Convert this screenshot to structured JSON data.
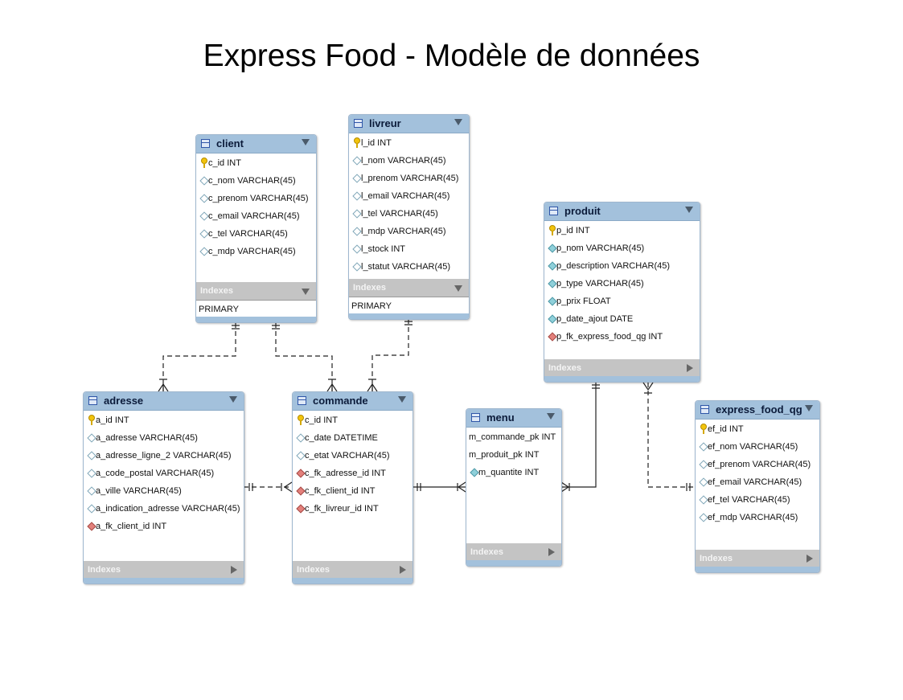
{
  "title": "Express Food - Modèle de données",
  "indexes_label": "Indexes",
  "colors": {
    "header": "#a3c1dc",
    "section": "#c4c4c4",
    "pk_key": "#f2c40c",
    "fk_diamond": "#e3807b",
    "nn_diamond": "#8fd0da"
  },
  "tables": {
    "client": {
      "name": "client",
      "columns": [
        {
          "label": "c_id INT",
          "icon": "primary-key-icon"
        },
        {
          "label": "c_nom VARCHAR(45)",
          "icon": "column-diamond-icon"
        },
        {
          "label": "c_prenom VARCHAR(45)",
          "icon": "column-diamond-icon"
        },
        {
          "label": "c_email VARCHAR(45)",
          "icon": "column-diamond-icon"
        },
        {
          "label": "c_tel VARCHAR(45)",
          "icon": "column-diamond-icon"
        },
        {
          "label": "c_mdp VARCHAR(45)",
          "icon": "column-diamond-icon"
        }
      ],
      "indexes": [
        "PRIMARY"
      ]
    },
    "livreur": {
      "name": "livreur",
      "columns": [
        {
          "label": "l_id INT",
          "icon": "primary-key-icon"
        },
        {
          "label": "l_nom VARCHAR(45)",
          "icon": "column-diamond-icon"
        },
        {
          "label": "l_prenom VARCHAR(45)",
          "icon": "column-diamond-icon"
        },
        {
          "label": "l_email VARCHAR(45)",
          "icon": "column-diamond-icon"
        },
        {
          "label": "l_tel VARCHAR(45)",
          "icon": "column-diamond-icon"
        },
        {
          "label": "l_mdp VARCHAR(45)",
          "icon": "column-diamond-icon"
        },
        {
          "label": "l_stock INT",
          "icon": "column-diamond-icon"
        },
        {
          "label": "l_statut VARCHAR(45)",
          "icon": "column-diamond-icon"
        }
      ],
      "indexes": [
        "PRIMARY"
      ]
    },
    "produit": {
      "name": "produit",
      "columns": [
        {
          "label": "p_id INT",
          "icon": "primary-key-icon"
        },
        {
          "label": "p_nom VARCHAR(45)",
          "icon": "not-null-diamond-icon"
        },
        {
          "label": "p_description VARCHAR(45)",
          "icon": "not-null-diamond-icon"
        },
        {
          "label": "p_type VARCHAR(45)",
          "icon": "not-null-diamond-icon"
        },
        {
          "label": "p_prix FLOAT",
          "icon": "not-null-diamond-icon"
        },
        {
          "label": "p_date_ajout DATE",
          "icon": "not-null-diamond-icon"
        },
        {
          "label": "p_fk_express_food_qg INT",
          "icon": "foreign-key-diamond-icon"
        }
      ]
    },
    "adresse": {
      "name": "adresse",
      "columns": [
        {
          "label": "a_id INT",
          "icon": "primary-key-icon"
        },
        {
          "label": "a_adresse VARCHAR(45)",
          "icon": "column-diamond-icon"
        },
        {
          "label": "a_adresse_ligne_2 VARCHAR(45)",
          "icon": "column-diamond-icon"
        },
        {
          "label": "a_code_postal VARCHAR(45)",
          "icon": "column-diamond-icon"
        },
        {
          "label": "a_ville VARCHAR(45)",
          "icon": "column-diamond-icon"
        },
        {
          "label": "a_indication_adresse VARCHAR(45)",
          "icon": "column-diamond-icon"
        },
        {
          "label": "a_fk_client_id INT",
          "icon": "foreign-key-diamond-icon"
        }
      ]
    },
    "commande": {
      "name": "commande",
      "columns": [
        {
          "label": "c_id INT",
          "icon": "primary-key-icon"
        },
        {
          "label": "c_date DATETIME",
          "icon": "column-diamond-icon"
        },
        {
          "label": "c_etat VARCHAR(45)",
          "icon": "column-diamond-icon"
        },
        {
          "label": "c_fk_adresse_id INT",
          "icon": "foreign-key-diamond-icon"
        },
        {
          "label": "c_fk_client_id INT",
          "icon": "foreign-key-diamond-icon"
        },
        {
          "label": "c_fk_livreur_id INT",
          "icon": "foreign-key-diamond-icon"
        }
      ]
    },
    "menu": {
      "name": "menu",
      "columns": [
        {
          "label": "m_commande_pk INT",
          "icon": ""
        },
        {
          "label": "m_produit_pk INT",
          "icon": ""
        },
        {
          "label": "m_quantite INT",
          "icon": "not-null-diamond-icon"
        }
      ]
    },
    "express_food_qg": {
      "name": "express_food_qg",
      "columns": [
        {
          "label": "ef_id INT",
          "icon": "primary-key-icon"
        },
        {
          "label": "ef_nom VARCHAR(45)",
          "icon": "column-diamond-icon"
        },
        {
          "label": "ef_prenom VARCHAR(45)",
          "icon": "column-diamond-icon"
        },
        {
          "label": "ef_email VARCHAR(45)",
          "icon": "column-diamond-icon"
        },
        {
          "label": "ef_tel VARCHAR(45)",
          "icon": "column-diamond-icon"
        },
        {
          "label": "ef_mdp VARCHAR(45)",
          "icon": "column-diamond-icon"
        }
      ]
    }
  }
}
